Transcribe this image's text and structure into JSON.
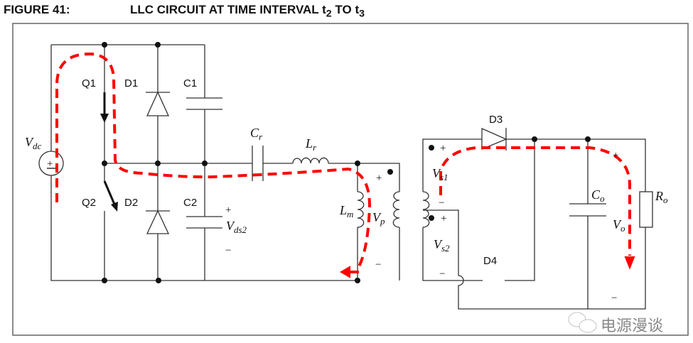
{
  "figure": {
    "number": "FIGURE 41:",
    "caption": "LLC CIRCUIT AT TIME INTERVAL",
    "t_from": "t",
    "t_from_sub": "2",
    "to": "TO",
    "t_to": "t",
    "t_to_sub": "3"
  },
  "labels": {
    "vdc": "V",
    "vdc_sub": "dc",
    "q1": "Q1",
    "q2": "Q2",
    "d1": "D1",
    "d2": "D2",
    "c1": "C1",
    "c2": "C2",
    "cr": "C",
    "cr_sub": "r",
    "lr": "L",
    "lr_sub": "r",
    "vds2": "V",
    "vds2_sub": "ds2",
    "lm": "L",
    "lm_sub": "m",
    "vp": "V",
    "vp_sub": "p",
    "vs1": "V",
    "vs1_sub": "s1",
    "vs2": "V",
    "vs2_sub": "s2",
    "d3": "D3",
    "d4": "D4",
    "co": "C",
    "co_sub": "o",
    "ro": "R",
    "ro_sub": "o",
    "vo": "V",
    "vo_sub": "o",
    "plus": "+",
    "minus": "−"
  },
  "watermark": "电源漫谈",
  "colors": {
    "current_path": "#ff0000",
    "wire": "#333333"
  }
}
